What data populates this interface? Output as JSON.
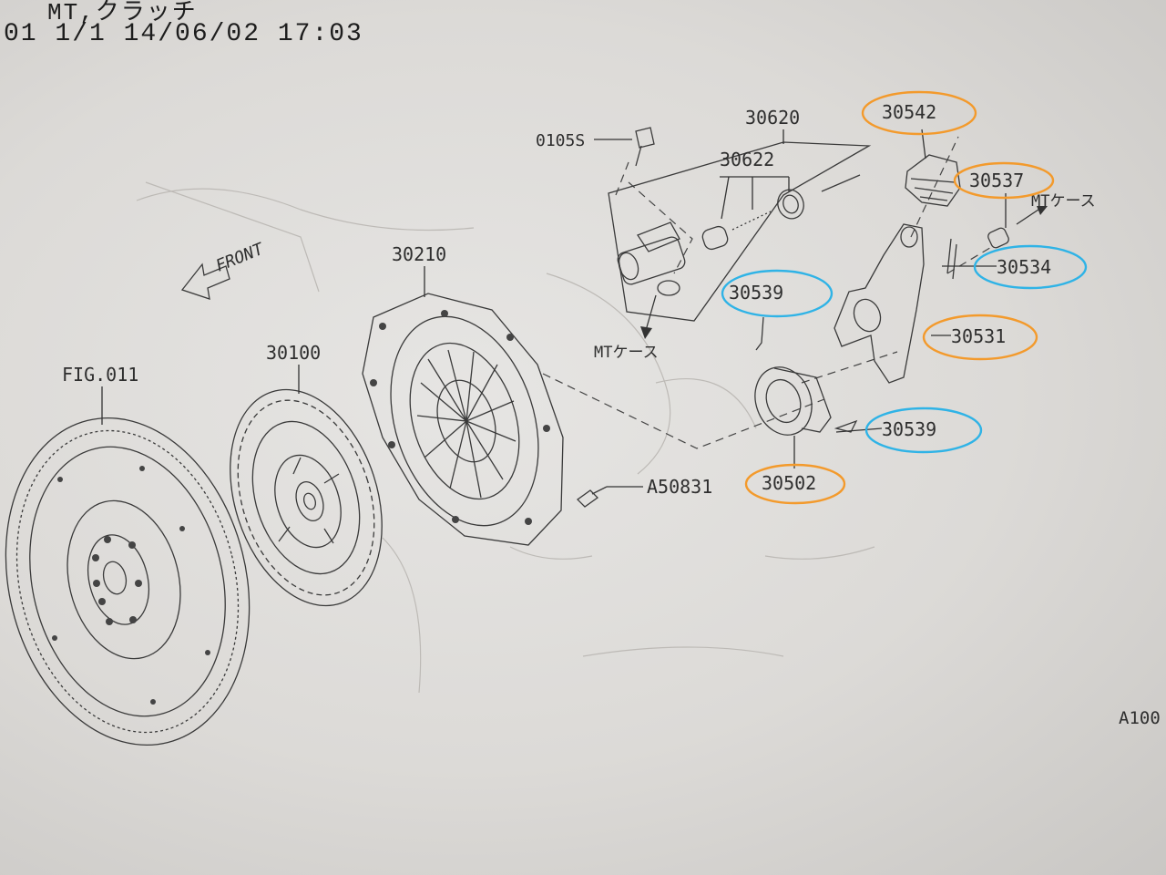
{
  "header": {
    "title": "MT,クラッチ",
    "page_info": "01 1/1 14/06/02 17:03"
  },
  "diagram": {
    "front_label": "FRONT",
    "mt_case_label": "MTケース",
    "figure_ref": "A100",
    "parts": {
      "fig011": "FIG.011",
      "flywheel_disc": "30100",
      "pressure_plate": "30210",
      "bolt_a": "A50831",
      "bolt_0105": "0105S",
      "cylinder_assy": "30620",
      "repair_kit": "30622",
      "boot": "30542",
      "pivot": "30537",
      "pivot_clip": "30534",
      "clip_top": "30539",
      "release_fork": "30531",
      "clip_lower": "30539",
      "release_bearing": "30502"
    },
    "highlight_colors": {
      "orange": "#f39a2c",
      "blue": "#2fb3e6"
    }
  }
}
